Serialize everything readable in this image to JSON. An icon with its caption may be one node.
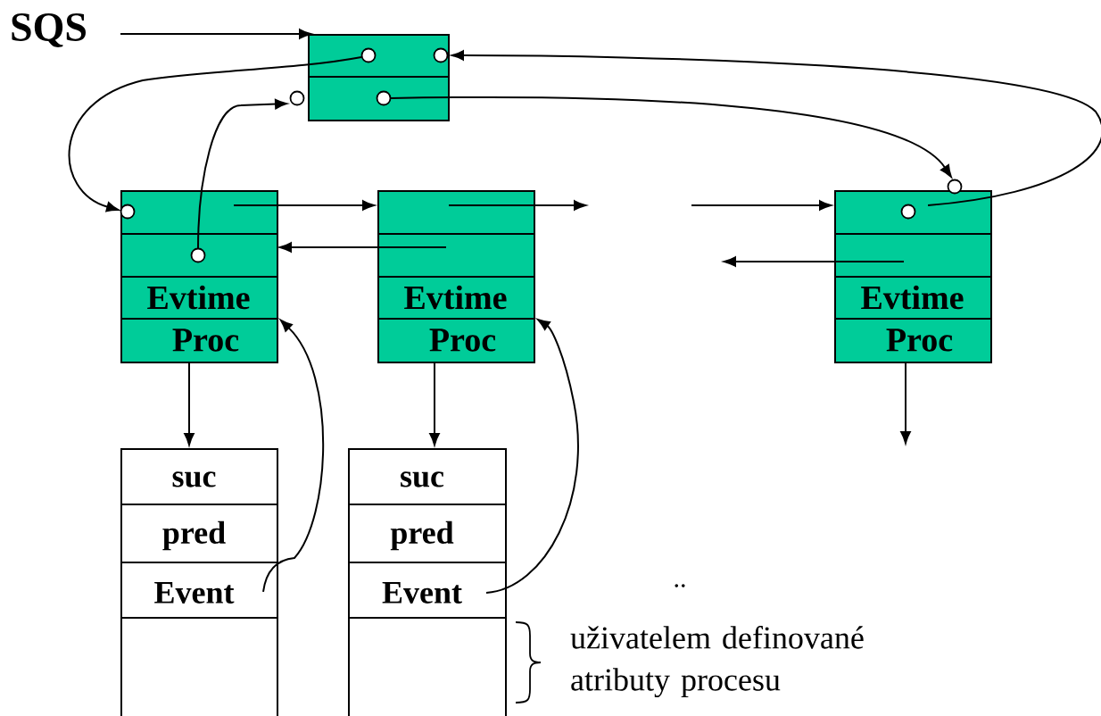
{
  "diagram": {
    "nodes": [
      {
        "text": [
          "SQS"
        ]
      },
      {
        "text": [],
        "shape": "box"
      },
      {
        "text": [
          "Evtime",
          "Proc"
        ]
      },
      {
        "text": [
          "Evtime",
          "Proc"
        ]
      },
      {
        "text": [
          "Evtime",
          "Proc"
        ]
      },
      {
        "text": [
          "suc",
          "pred",
          "Event"
        ]
      },
      {
        "text": [
          "suc",
          "pred",
          "Event"
        ]
      }
    ],
    "edges": [
      {
        "from": 0,
        "to": 1,
        "arrow": "to"
      },
      {
        "from": 1,
        "to": 2,
        "arrow": "to"
      },
      {
        "from": 2,
        "to": 1,
        "arrow": "to"
      },
      {
        "from": 1,
        "to": 4,
        "arrow": "to"
      },
      {
        "from": 4,
        "to": 1,
        "arrow": "to"
      },
      {
        "from": 2,
        "to": 3,
        "arrow": "to"
      },
      {
        "from": 3,
        "to": 2,
        "arrow": "to"
      },
      {
        "from": 3,
        "to": null,
        "arrow": "to"
      },
      {
        "from": null,
        "to": 4,
        "arrow": "to"
      },
      {
        "from": 4,
        "to": null,
        "arrow": "to"
      },
      {
        "from": 2,
        "to": 5,
        "arrow": "to"
      },
      {
        "from": 3,
        "to": 6,
        "arrow": "to"
      },
      {
        "from": 4,
        "to": null,
        "arrow": "to"
      },
      {
        "from": 5,
        "to": 2,
        "arrow": "to"
      },
      {
        "from": 6,
        "to": 3,
        "arrow": "to"
      }
    ],
    "labels": [
      "..",
      "uživatelem definované atributy procesu"
    ]
  }
}
